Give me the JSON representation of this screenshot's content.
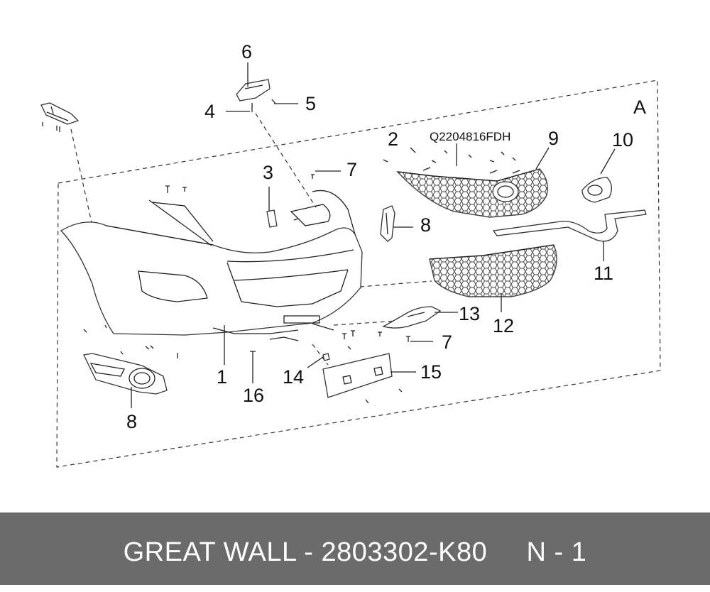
{
  "diagram": {
    "section_label": "A",
    "part_code": "Q2204816FDH",
    "callouts": {
      "c1": "1",
      "c2": "2",
      "c3": "3",
      "c4": "4",
      "c5": "5",
      "c6": "6",
      "c7a": "7",
      "c7b": "7",
      "c8a": "8",
      "c8b": "8",
      "c9": "9",
      "c10": "10",
      "c11": "11",
      "c12": "12",
      "c13": "13",
      "c14": "14",
      "c15": "15",
      "c16": "16"
    }
  },
  "footer": {
    "text": "GREAT WALL - 2803302-K80     N - 1"
  }
}
